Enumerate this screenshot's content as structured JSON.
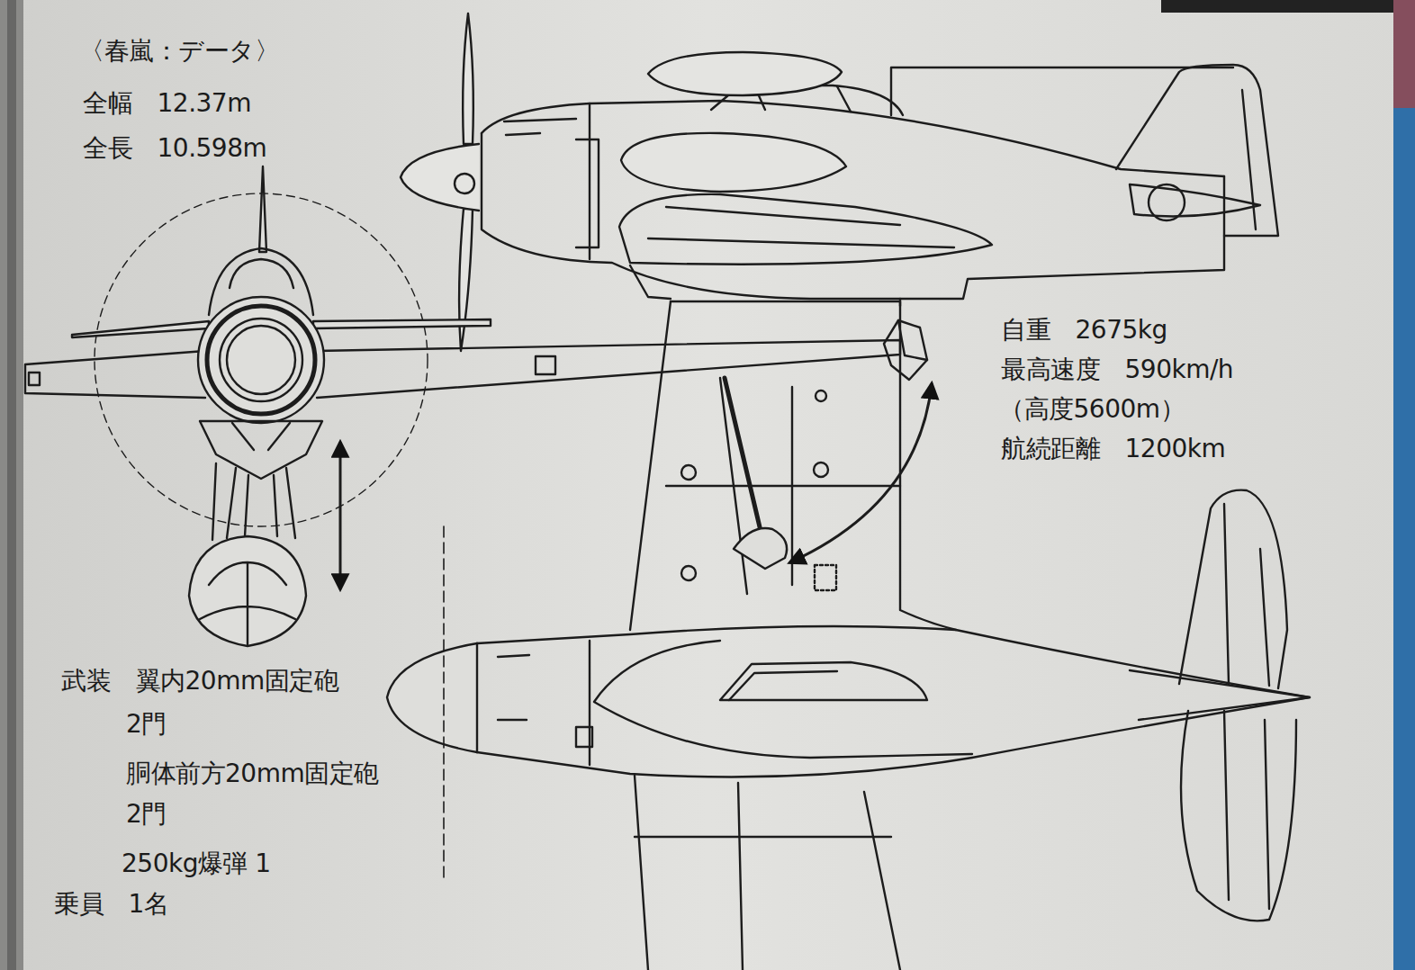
{
  "diagram": {
    "labels": [
      "〈春嵐：データ〉",
      "全幅　12.37m",
      "全長　10.598m",
      "自重　2675kg",
      "最高速度　590km/h",
      "（高度5600m）",
      "航続距離　1200km",
      "武装　翼内20mm固定砲",
      "2門",
      "胴体前方20mm固定砲",
      "2門",
      "250kg爆弾 1",
      "乗員　1名"
    ]
  }
}
